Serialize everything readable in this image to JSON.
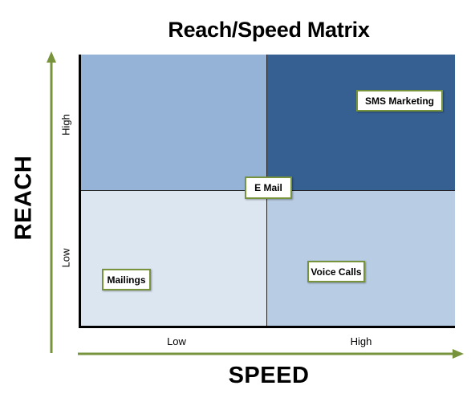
{
  "title": "Reach/Speed Matrix",
  "axes": {
    "x_title": "SPEED",
    "y_title": "REACH",
    "x_ticks": [
      "Low",
      "High"
    ],
    "y_ticks": [
      "Low",
      "High"
    ],
    "arrow_color": "#77933c"
  },
  "quadrants": {
    "low_speed_high_reach": {
      "color": "#95b3d7"
    },
    "high_speed_high_reach": {
      "color": "#366092"
    },
    "low_speed_low_reach": {
      "color": "#dce6f1"
    },
    "high_speed_low_reach": {
      "color": "#b8cce4"
    }
  },
  "items": {
    "sms": "SMS Marketing",
    "email": "E Mail",
    "voice": "Voice Calls",
    "mailings": "Mailings"
  },
  "label_border_color": "#77933c"
}
